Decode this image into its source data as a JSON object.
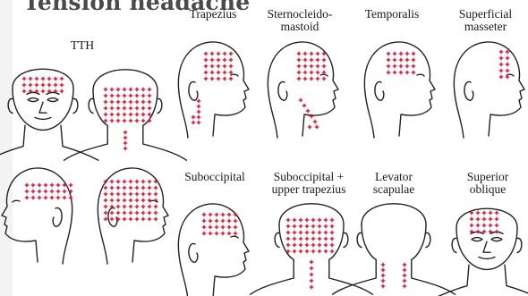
{
  "title": "Tension headache",
  "labels": {
    "tth": "TTH",
    "trapezius": "Trapezius",
    "scm": "Sternocleido-\nmastoid",
    "temporalis": "Temporalis",
    "masseter": "Superficial\nmasseter",
    "suboccipital": "Suboccipital",
    "suboccipital_trap": "Suboccipital +\nupper trapezius",
    "levator": "Levator\nscapulae",
    "oblique": "Superior\noblique"
  },
  "colors": {
    "pain_marker": "#c8102e",
    "outline": "#222222",
    "background": "#ffffff"
  }
}
